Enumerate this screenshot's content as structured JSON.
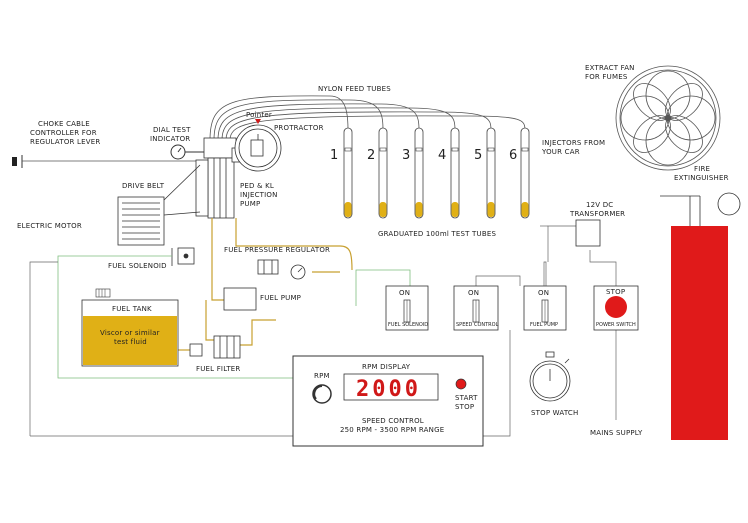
{
  "labels": {
    "choke_cable": [
      "CHOKE CABLE",
      "CONTROLLER FOR",
      "REGULATOR LEVER"
    ],
    "dial_test": [
      "DIAL TEST",
      "INDICATOR"
    ],
    "pointer": "Pointer",
    "protractor": "PROTRACTOR",
    "nylon_feed": "NYLON FEED TUBES",
    "extract_fan": [
      "EXTRACT FAN",
      "FOR FUMES"
    ],
    "injectors": [
      "INJECTORS FROM",
      "YOUR CAR"
    ],
    "pump": [
      "PED & KL",
      "INJECTION",
      "PUMP"
    ],
    "drive_belt": "DRIVE BELT",
    "electric_motor": "ELECTRIC MOTOR",
    "fire_ext": [
      "FIRE",
      "EXTINGUISHER"
    ],
    "transformer": [
      "12V DC",
      "TRANSFORMER"
    ],
    "test_tubes": "GRADUATED 100ml TEST TUBES",
    "fuel_solenoid": "FUEL SOLENOID",
    "pressure_reg": "FUEL PRESSURE REGULATOR",
    "fuel_pump": "FUEL PUMP",
    "fuel_tank": "FUEL TANK",
    "tank_contents": [
      "Viscor or similar",
      "test fluid"
    ],
    "fuel_filter": "FUEL FILTER",
    "rpm_display": "RPM DISPLAY",
    "rpm_knob": "RPM",
    "start_stop": [
      "START",
      "STOP"
    ],
    "speed_control": [
      "SPEED CONTROL",
      "250 RPM - 3500 RPM RANGE"
    ],
    "stop_watch": "STOP WATCH",
    "mains_supply": "MAINS SUPPLY"
  },
  "tube_numbers": [
    "1",
    "2",
    "3",
    "4",
    "5",
    "6"
  ],
  "rpm_value": "2000",
  "switches": [
    {
      "state": "ON",
      "label": "FUEL SOLENOID"
    },
    {
      "state": "ON",
      "label": "SPEED CONTROL"
    },
    {
      "state": "ON",
      "label": "FUEL PUMP"
    }
  ],
  "stop_button": {
    "state": "STOP",
    "label": "POWER SWITCH"
  },
  "colors": {
    "fuel": "#e0b016",
    "extinguisher": "#e01a1a",
    "stop": "#e01a1a",
    "rpm_digits": "#d01818",
    "fuel_line": "#c8a030",
    "wire_green": "#7fbf7f"
  }
}
